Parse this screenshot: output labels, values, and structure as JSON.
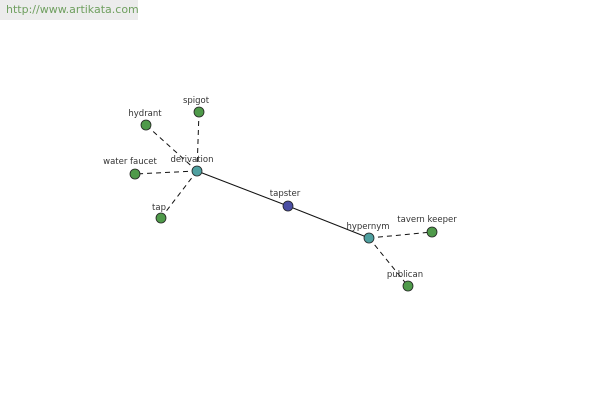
{
  "watermark": {
    "text": "http://www.artikata.com"
  },
  "colors": {
    "leaf": "#4f9a4a",
    "relation": "#4fa0a0",
    "center": "#4a4ea3",
    "watermark_bg": "#ececec",
    "watermark_text": "#6f9f5f"
  },
  "graph": {
    "center": {
      "label": "tapster"
    },
    "relations": [
      {
        "id": "derivation",
        "label": "derivation",
        "children": [
          {
            "id": "hydrant",
            "label": "hydrant"
          },
          {
            "id": "spigot",
            "label": "spigot"
          },
          {
            "id": "water-faucet",
            "label": "water faucet"
          },
          {
            "id": "tap",
            "label": "tap"
          }
        ]
      },
      {
        "id": "hypernym",
        "label": "hypernym",
        "children": [
          {
            "id": "tavern-keeper",
            "label": "tavern keeper"
          },
          {
            "id": "publican",
            "label": "publican"
          }
        ]
      }
    ]
  }
}
